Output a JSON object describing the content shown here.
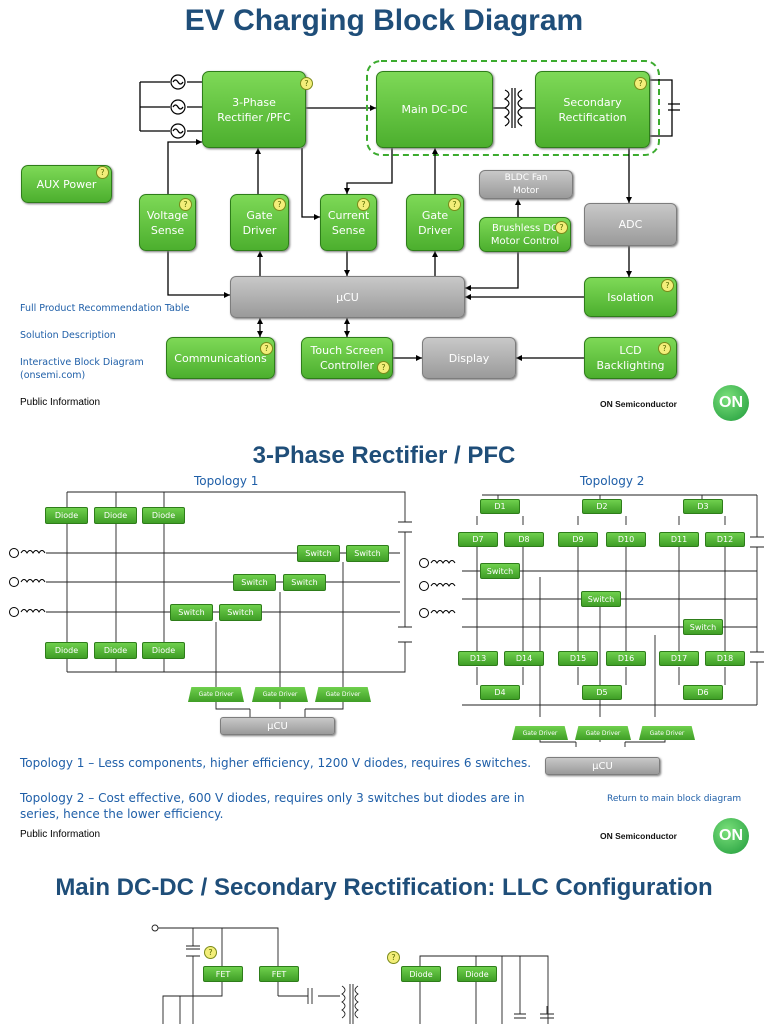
{
  "slide1": {
    "title": "EV Charging Block Diagram",
    "blocks": {
      "rectifier": "3-Phase Rectifier /PFC",
      "main_dcdc": "Main DC-DC",
      "secondary": "Secondary Rectification",
      "aux": "AUX Power",
      "voltage_sense": "Voltage Sense",
      "gate_driver_1": "Gate Driver",
      "current_sense": "Current Sense",
      "gate_driver_2": "Gate Driver",
      "bldc": "BLDC Fan Motor",
      "brushless": "Brushless DC Motor Control",
      "adc": "ADC",
      "mcu": "µCU",
      "isolation": "Isolation",
      "communications": "Communications",
      "touch": "Touch Screen Controller",
      "display": "Display",
      "lcd": "LCD Backlighting"
    },
    "links": [
      "Full Product Recommendation Table",
      "Solution Description",
      "Interactive Block Diagram (onsemi.com)"
    ],
    "public": "Public Information",
    "company": "ON Semiconductor",
    "logo": "ON"
  },
  "slide2": {
    "title": "3-Phase Rectifier / PFC",
    "topology1": "Topology 1",
    "topology2": "Topology 2",
    "diode": "Diode",
    "switch": "Switch",
    "gate_driver": "Gate Driver",
    "mcu": "µCU",
    "d_labels": [
      "D1",
      "D2",
      "D3",
      "D7",
      "D8",
      "D9",
      "D10",
      "D11",
      "D12",
      "D13",
      "D14",
      "D15",
      "D16",
      "D17",
      "D18",
      "D4",
      "D5",
      "D6"
    ],
    "desc1": "Topology 1 – Less components, higher efficiency, 1200 V diodes, requires 6 switches.",
    "desc2": "Topology 2 – Cost effective, 600 V diodes, requires only 3 switches but diodes are in series, hence the lower efficiency.",
    "return_link": "Return to main block diagram",
    "public": "Public Information",
    "company": "ON Semiconductor",
    "logo": "ON"
  },
  "slide3": {
    "title": "Main DC-DC / Secondary Rectification: LLC Configuration",
    "fet": "FET",
    "diode": "Diode"
  },
  "colors": {
    "title": "#1f4e79",
    "green": "#4caf2e",
    "gray": "#a0a0a0",
    "link": "#1f5fa8"
  }
}
